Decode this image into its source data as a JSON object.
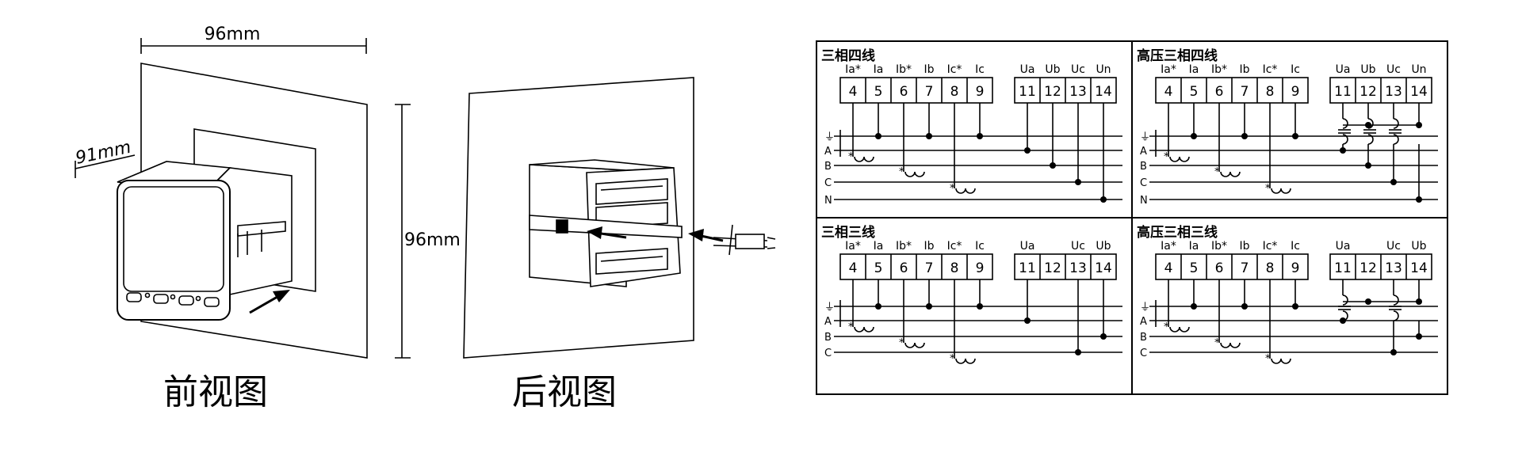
{
  "dimensions": {
    "width": "96mm",
    "depth": "91mm",
    "height": "96mm"
  },
  "captions": {
    "front": "前视图",
    "rear": "后视图"
  },
  "wiring": {
    "terminal_numbers": [
      "4",
      "5",
      "6",
      "7",
      "8",
      "9",
      "11",
      "12",
      "13",
      "14"
    ],
    "phase_labels": [
      "A",
      "B",
      "C",
      "N"
    ],
    "ground_symbol": "⏚",
    "panels": [
      {
        "title": "三相四线",
        "current_labels": [
          "Ia*",
          "Ia",
          "Ib*",
          "Ib",
          "Ic*",
          "Ic"
        ],
        "voltage_labels": [
          "Ua",
          "Ub",
          "Uc",
          "Un"
        ]
      },
      {
        "title": "高压三相四线",
        "current_labels": [
          "Ia*",
          "Ia",
          "Ib*",
          "Ib",
          "Ic*",
          "Ic"
        ],
        "voltage_labels": [
          "Ua",
          "Ub",
          "Uc",
          "Un"
        ]
      },
      {
        "title": "三相三线",
        "current_labels": [
          "Ia*",
          "Ia",
          "Ib*",
          "Ib",
          "Ic*",
          "Ic"
        ],
        "voltage_labels": [
          "Ua",
          "",
          "Uc",
          "Ub"
        ]
      },
      {
        "title": "高压三相三线",
        "current_labels": [
          "Ia*",
          "Ia",
          "Ib*",
          "Ib",
          "Ic*",
          "Ic"
        ],
        "voltage_labels": [
          "Ua",
          "",
          "Uc",
          "Ub"
        ]
      }
    ]
  }
}
